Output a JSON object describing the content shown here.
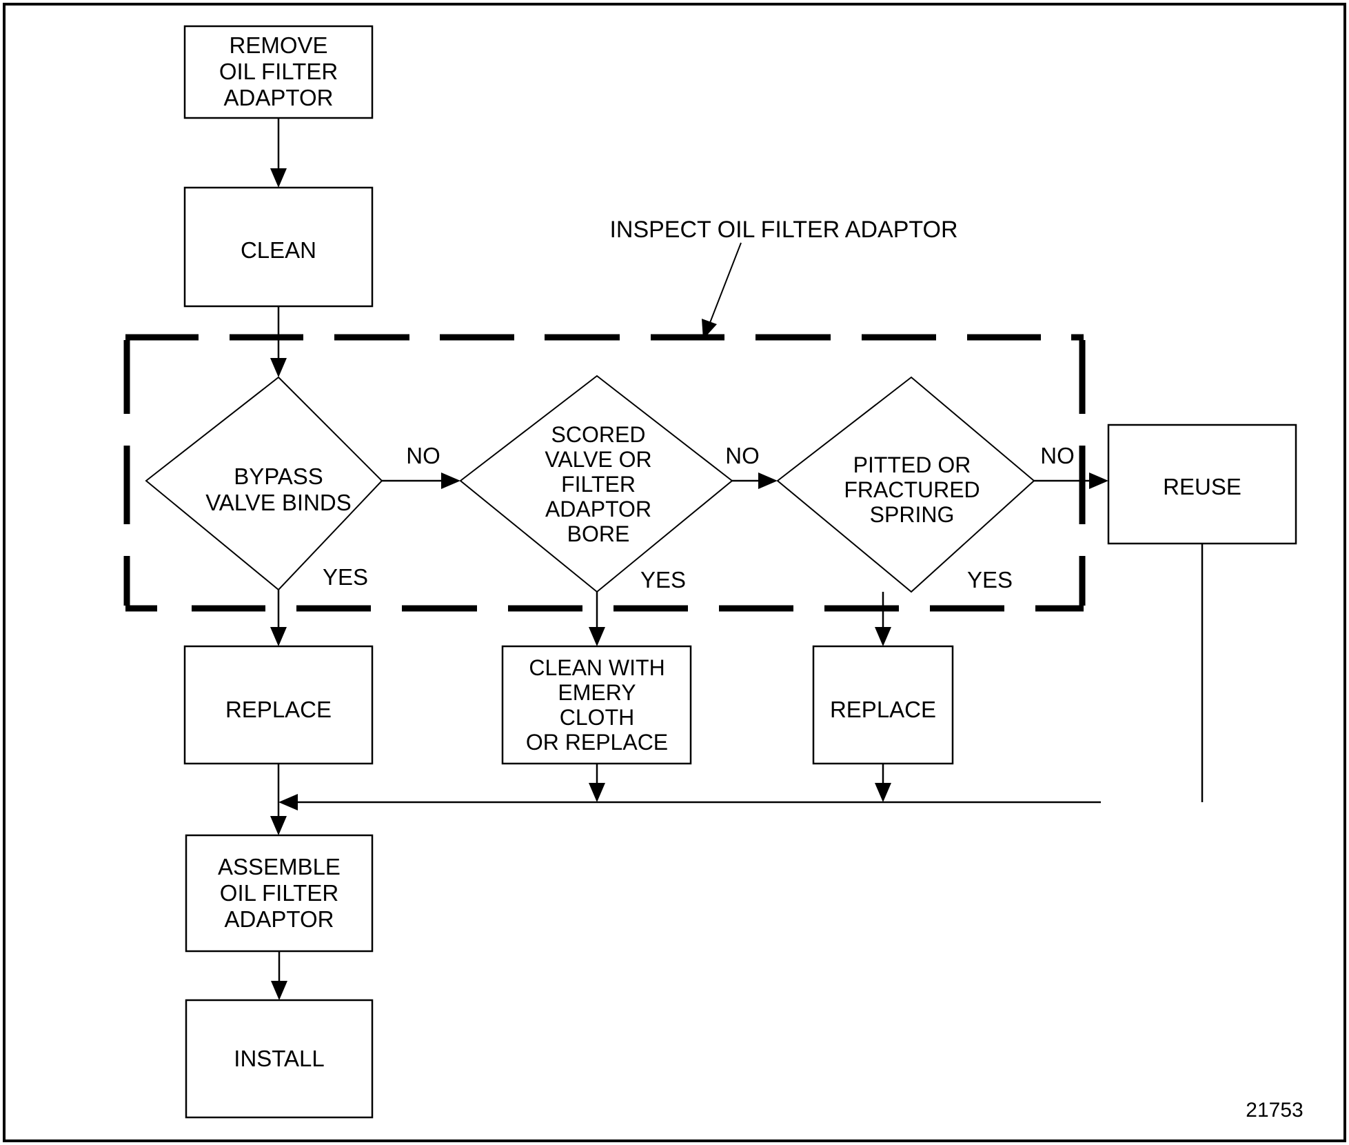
{
  "figure": {
    "id_number": "21753",
    "annotation": "INSPECT OIL FILTER ADAPTOR"
  },
  "nodes": {
    "remove": "REMOVE\nOIL FILTER\nADAPTOR",
    "clean": "CLEAN",
    "decision_bypass": "BYPASS\nVALVE BINDS",
    "decision_scored": "SCORED\nVALVE OR\nFILTER\nADAPTOR\nBORE",
    "decision_spring": "PITTED OR\nFRACTURED\nSPRING",
    "reuse": "REUSE",
    "replace_left": "REPLACE",
    "clean_emery": "CLEAN WITH\nEMERY\nCLOTH\nOR REPLACE",
    "replace_right": "REPLACE",
    "assemble": "ASSEMBLE\nOIL FILTER\nADAPTOR",
    "install": "INSTALL"
  },
  "edge_labels": {
    "bypass_no": "NO",
    "bypass_yes": "YES",
    "scored_no": "NO",
    "scored_yes": "YES",
    "spring_no": "NO",
    "spring_yes": "YES"
  },
  "colors": {
    "line": "#000000",
    "fill": "#ffffff",
    "text": "#000000"
  }
}
